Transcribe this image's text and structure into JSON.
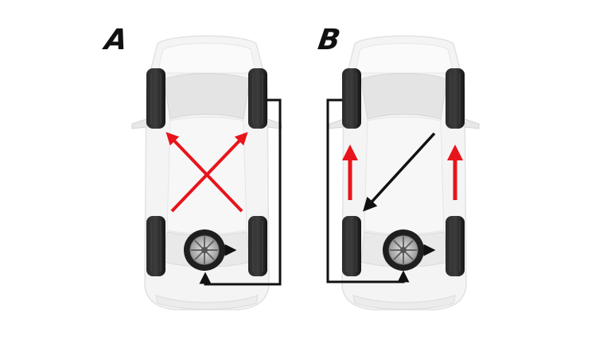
{
  "panels": [
    {
      "id": "A",
      "label": "A"
    },
    {
      "id": "B",
      "label": "B"
    }
  ],
  "colors": {
    "arrow_red": "#e8141b",
    "arrow_black": "#111111",
    "car_body": "#f2f2f2",
    "tire": "#1a1a1a",
    "background": "#ffffff"
  },
  "icons": [
    "car-top-view-icon",
    "tire-icon",
    "spare-wheel-icon",
    "arrow-icon"
  ]
}
